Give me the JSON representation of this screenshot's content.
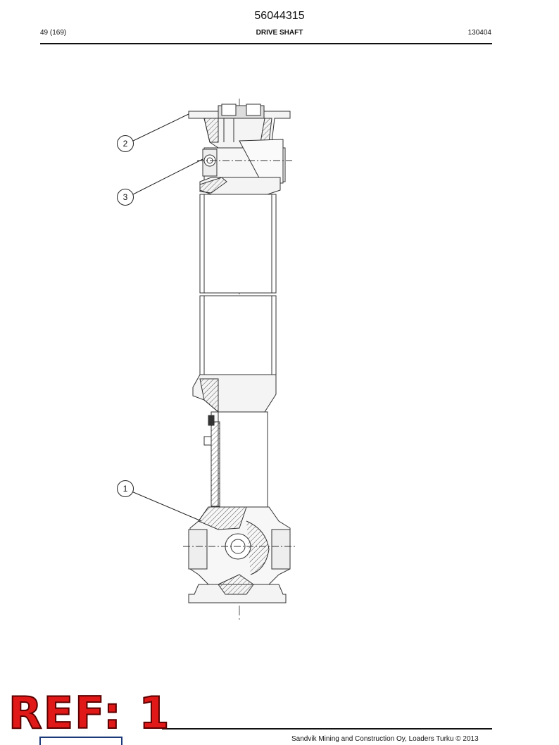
{
  "header": {
    "doc_number": "56044315",
    "page": "49 (169)",
    "title": "DRIVE SHAFT",
    "code": "130404"
  },
  "callouts": {
    "c1": "1",
    "c2": "2",
    "c3": "3"
  },
  "stamp": {
    "text": "REF: 1",
    "color": "#e01818"
  },
  "footer": {
    "text": "Sandvik Mining and Construction Oy, Loaders Turku © 2013"
  }
}
